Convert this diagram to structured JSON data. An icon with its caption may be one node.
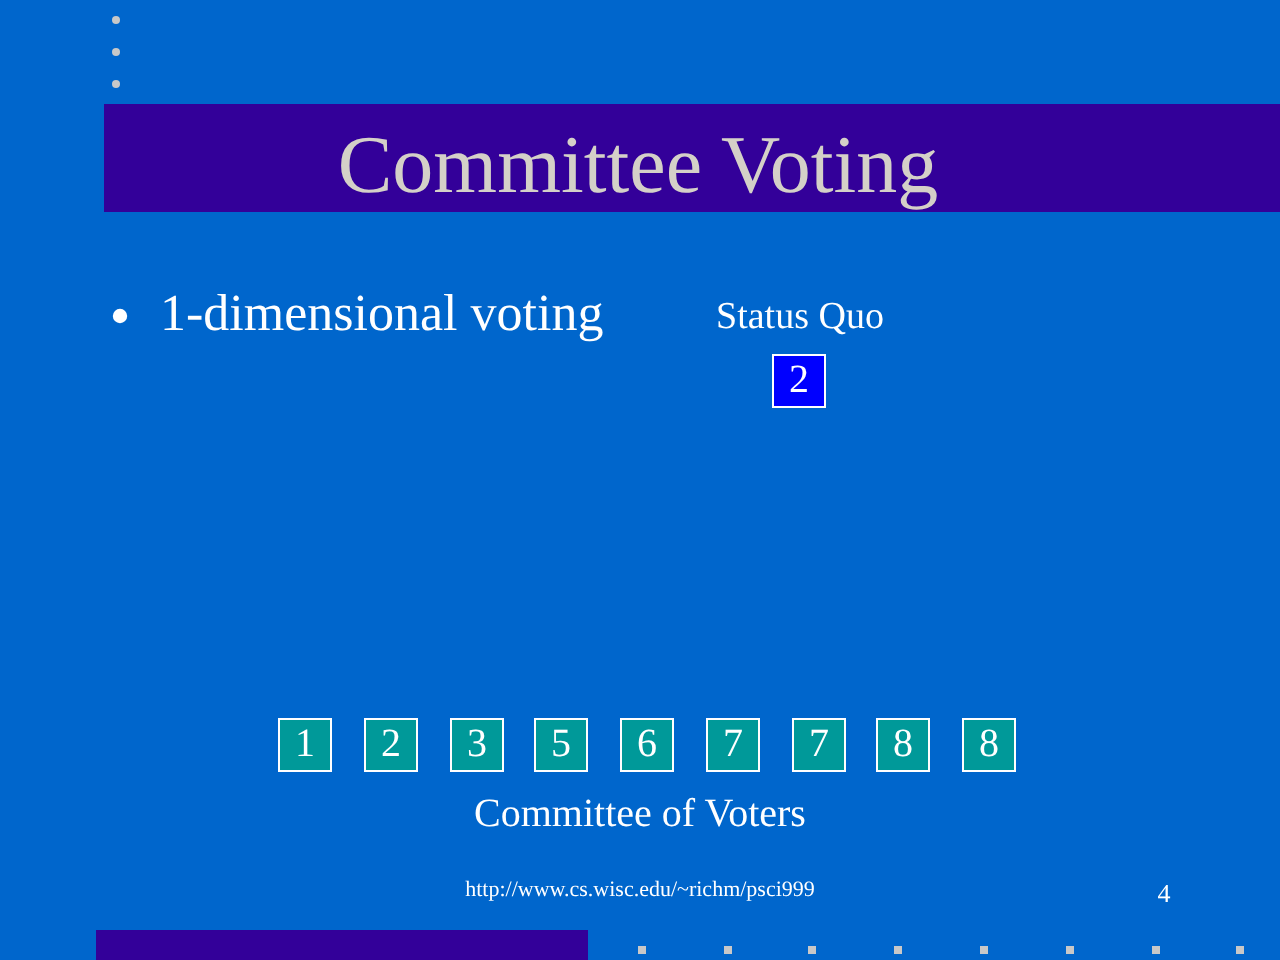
{
  "diagram": {
    "title": "Committee Voting",
    "nodes": [
      {
        "text": [
          "Status Quo",
          "2"
        ]
      },
      {
        "text": [
          "1"
        ]
      },
      {
        "text": [
          "2"
        ]
      },
      {
        "text": [
          "3"
        ]
      },
      {
        "text": [
          "5"
        ]
      },
      {
        "text": [
          "6"
        ]
      },
      {
        "text": [
          "7"
        ]
      },
      {
        "text": [
          "7"
        ]
      },
      {
        "text": [
          "8"
        ]
      },
      {
        "text": [
          "8"
        ]
      }
    ],
    "labels": [
      "1-dimensional voting",
      "Committee of Voters",
      "http://www.cs.wisc.edu/~richm/psci999",
      "4"
    ]
  }
}
